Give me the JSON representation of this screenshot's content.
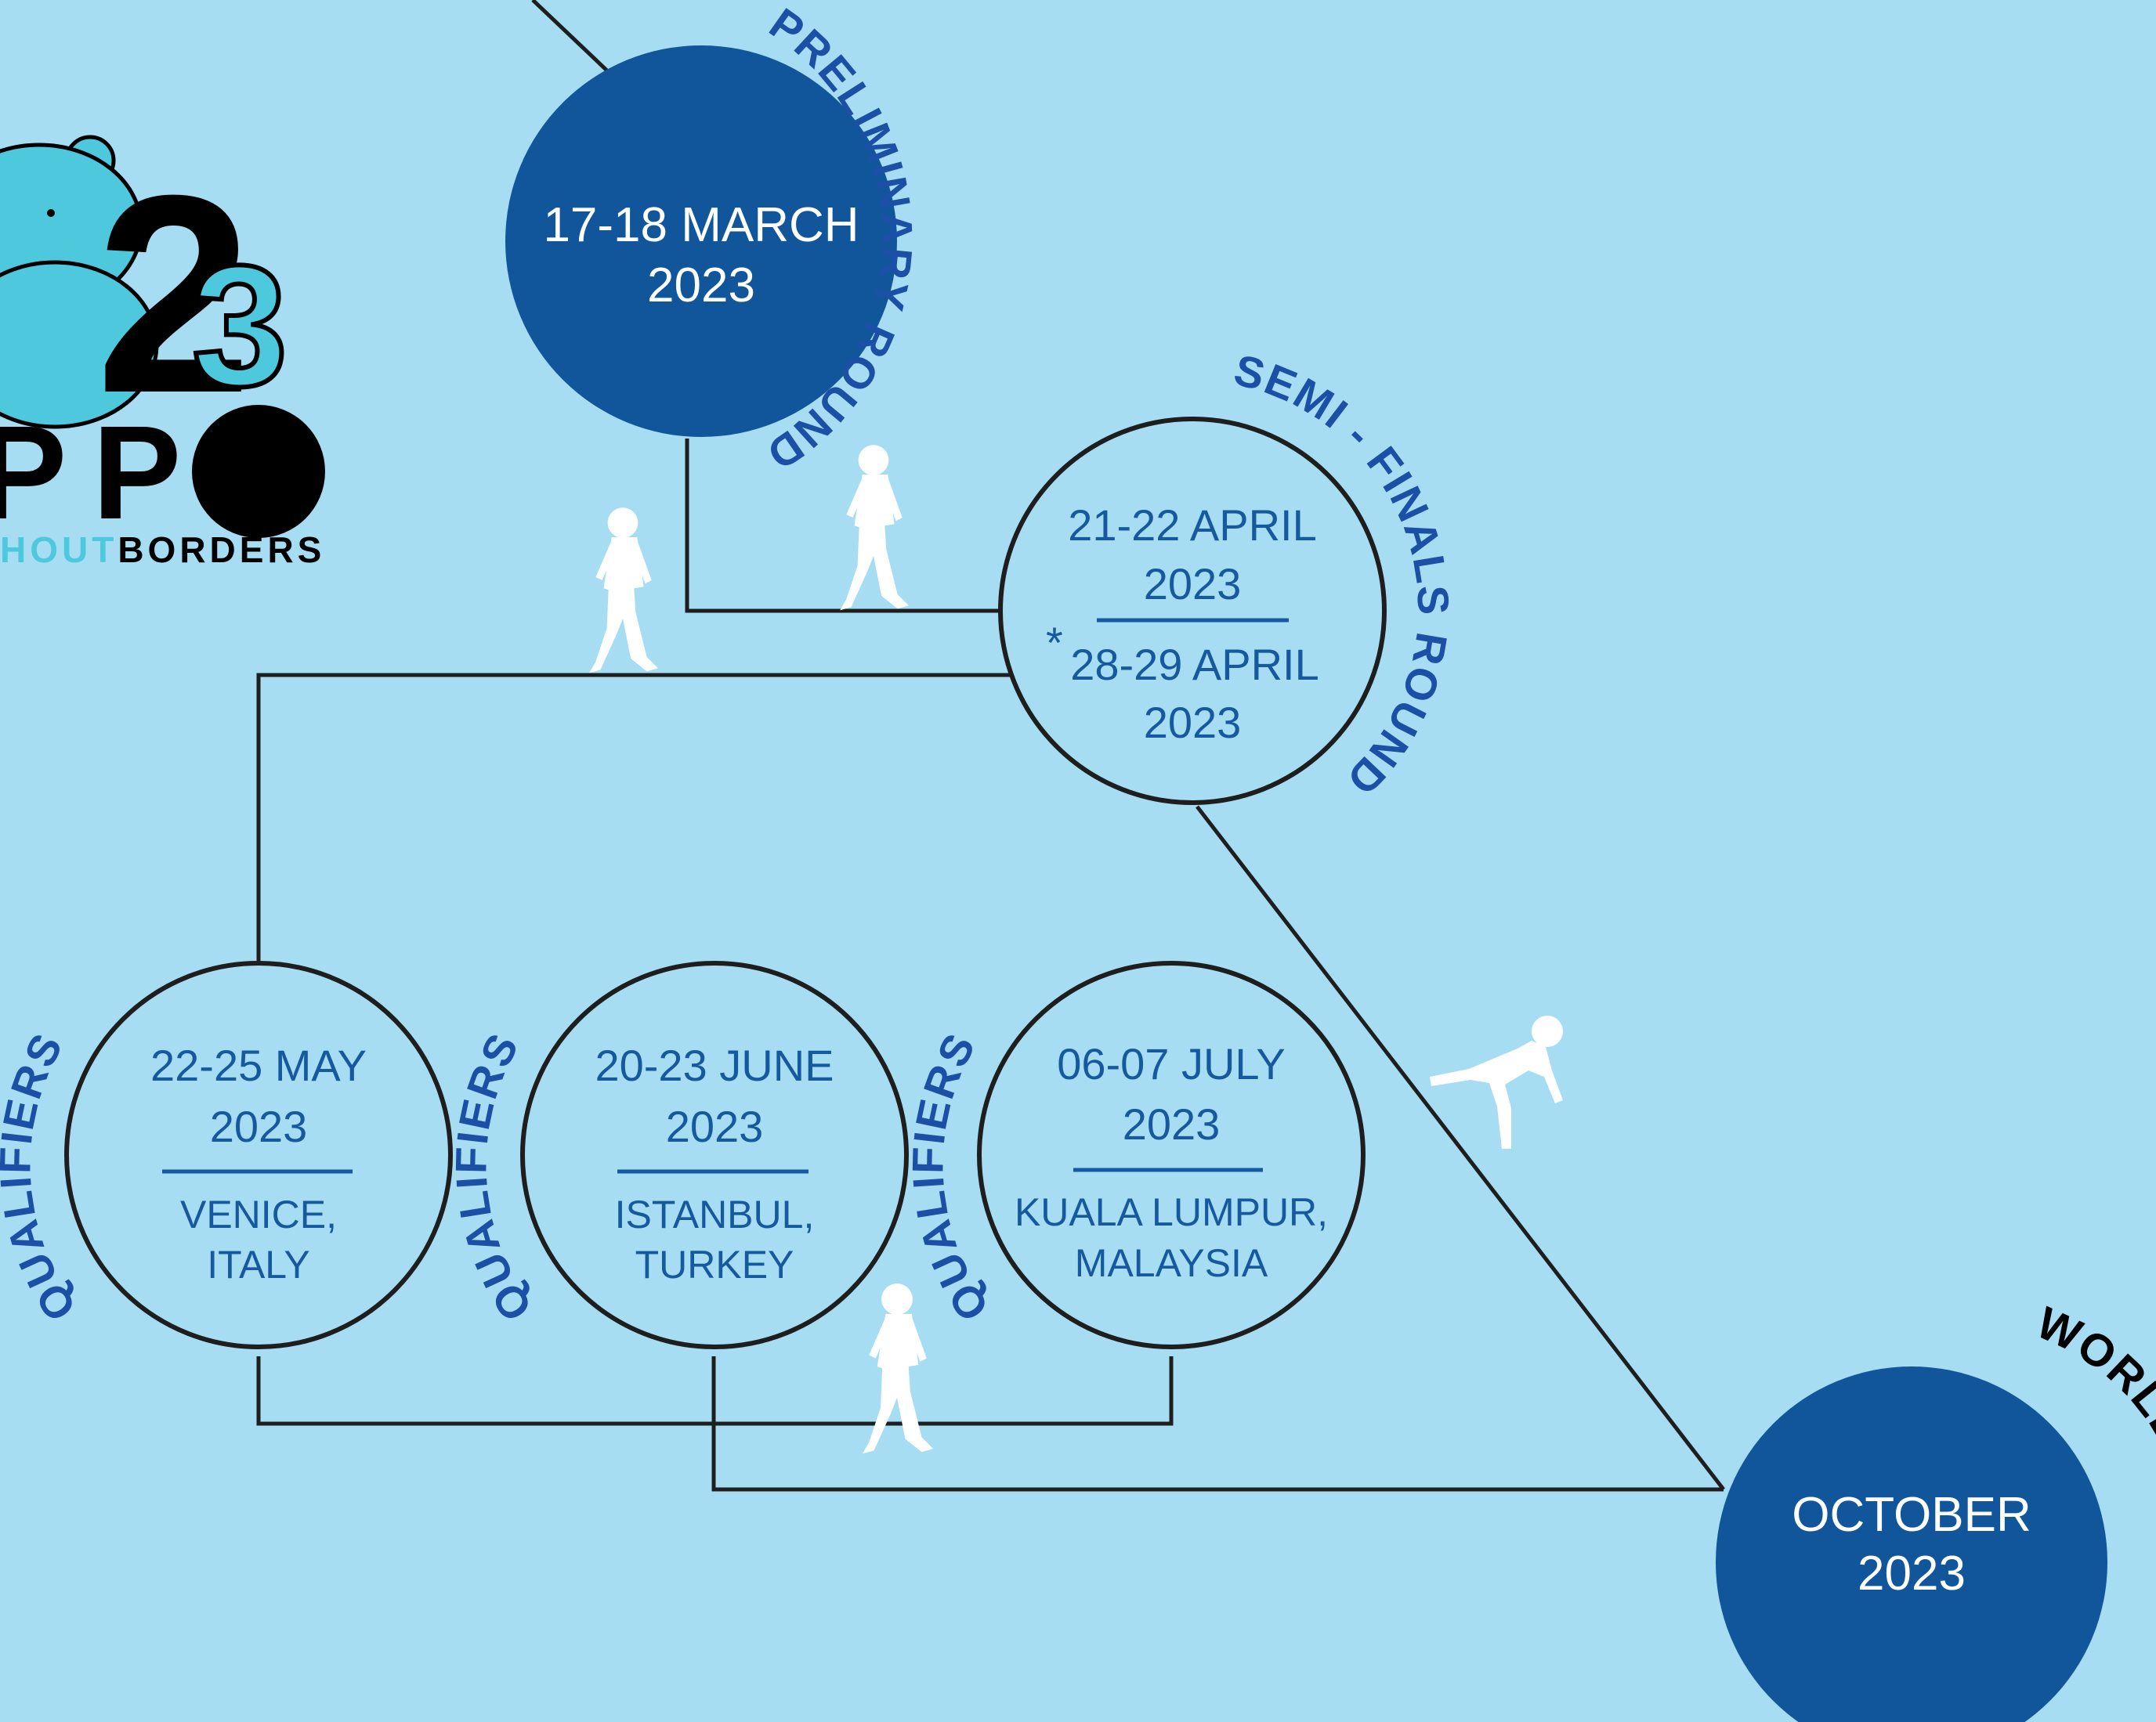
{
  "colors": {
    "background": "#a6ddf2",
    "dark_circle": "#11569b",
    "line": "#1e1e1e",
    "label_blue": "#1c4fa6",
    "date_blue": "#17599e",
    "logo_cyan": "#4ec8dc",
    "walker": "#ffffff"
  },
  "logo": {
    "digit_two": "2",
    "digit_three": "3",
    "letter_p1": "P",
    "letter_p2": "P",
    "tagline_prefix": "HOUT",
    "tagline_suffix": "BORDERS"
  },
  "stages": {
    "preliminary": {
      "label": "PRELIMINARY ROUND",
      "date_line1": "17-18 MARCH",
      "date_line2": "2023"
    },
    "semi_finals": {
      "label": "SEMI - FINALS ROUND",
      "date_line1": "21-22 APRIL",
      "date_line2": "2023",
      "alt_marker": "*",
      "alt_line1": "28-29 APRIL",
      "alt_line2": "2023"
    },
    "qualifiers": [
      {
        "label": "QUALIFIERS",
        "date_line1": "22-25 MAY",
        "date_line2": "2023",
        "loc_line1": "VENICE,",
        "loc_line2": "ITALY"
      },
      {
        "label": "QUALIFIERS",
        "date_line1": "20-23 JUNE",
        "date_line2": "2023",
        "loc_line1": "ISTANBUL,",
        "loc_line2": "TURKEY"
      },
      {
        "label": "QUALIFIERS",
        "date_line1": "06-07 JULY",
        "date_line2": "2023",
        "loc_line1": "KUALA LUMPUR,",
        "loc_line2": "MALAYSIA"
      }
    ],
    "world_finals": {
      "label": "WORLD FINALS",
      "date_line1": "OCTOBER",
      "date_line2": "2023"
    }
  }
}
